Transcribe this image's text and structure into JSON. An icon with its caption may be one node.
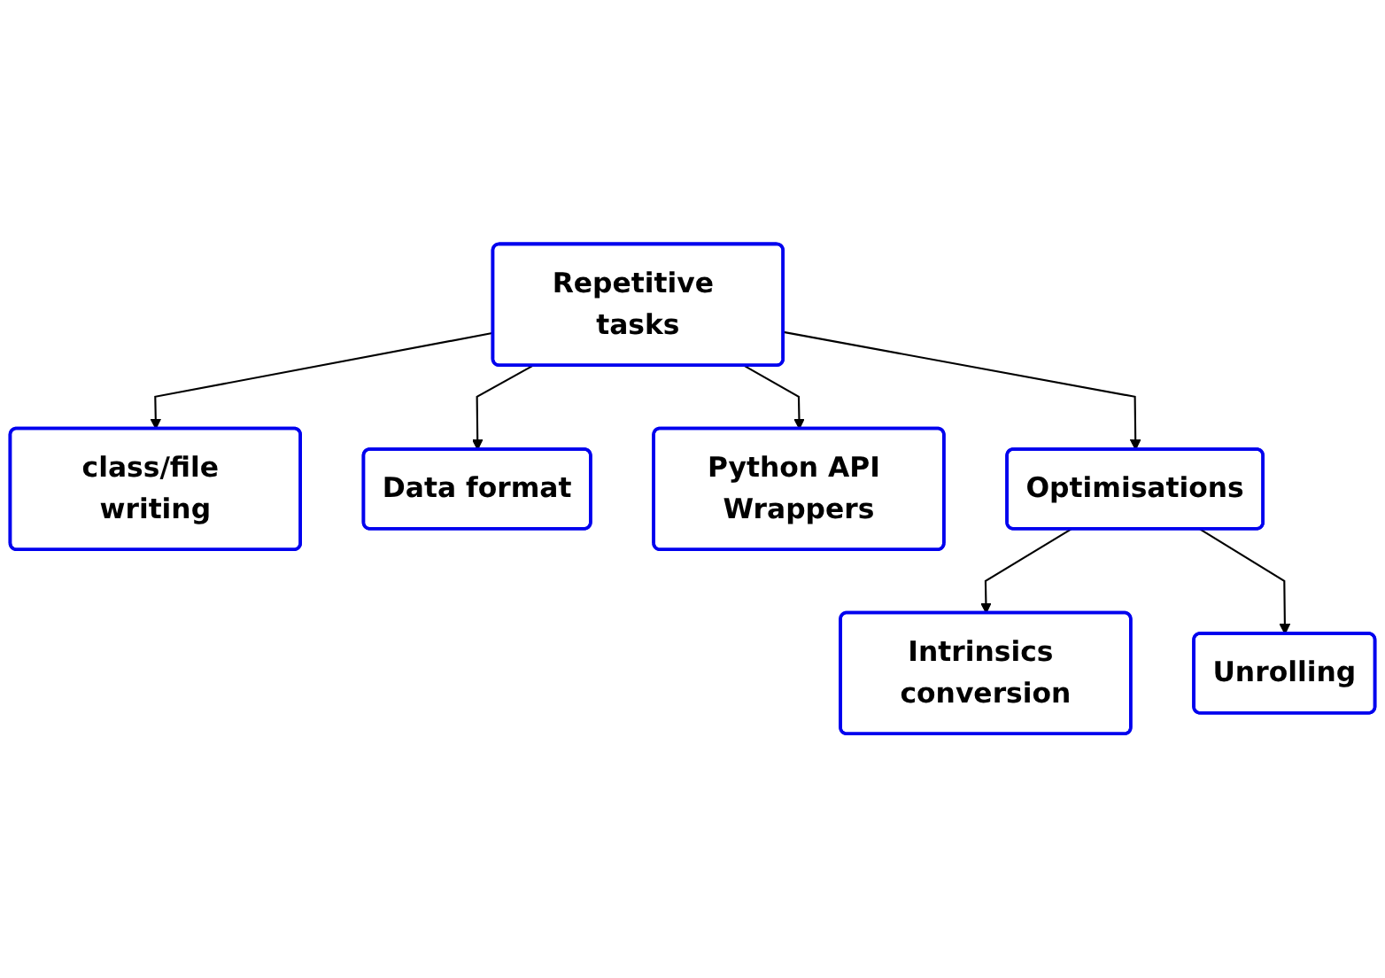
{
  "diagram": {
    "nodes": [
      {
        "text": [
          "Repetitive tasks"
        ]
      },
      {
        "text": [
          "class/file writing"
        ]
      },
      {
        "text": [
          "Data format"
        ]
      },
      {
        "text": [
          "Python API Wrappers"
        ]
      },
      {
        "text": [
          "Optimisations"
        ]
      },
      {
        "text": [
          "Intrinsics conversion"
        ]
      },
      {
        "text": [
          "Unrolling"
        ]
      }
    ],
    "edges": [
      {
        "from": 0,
        "to": 1,
        "arrow": "to"
      },
      {
        "from": 0,
        "to": 2,
        "arrow": "to"
      },
      {
        "from": 0,
        "to": 3,
        "arrow": "to"
      },
      {
        "from": 0,
        "to": 4,
        "arrow": "to"
      },
      {
        "from": 4,
        "to": 5,
        "arrow": "to"
      },
      {
        "from": 4,
        "to": 6,
        "arrow": "to"
      }
    ]
  }
}
